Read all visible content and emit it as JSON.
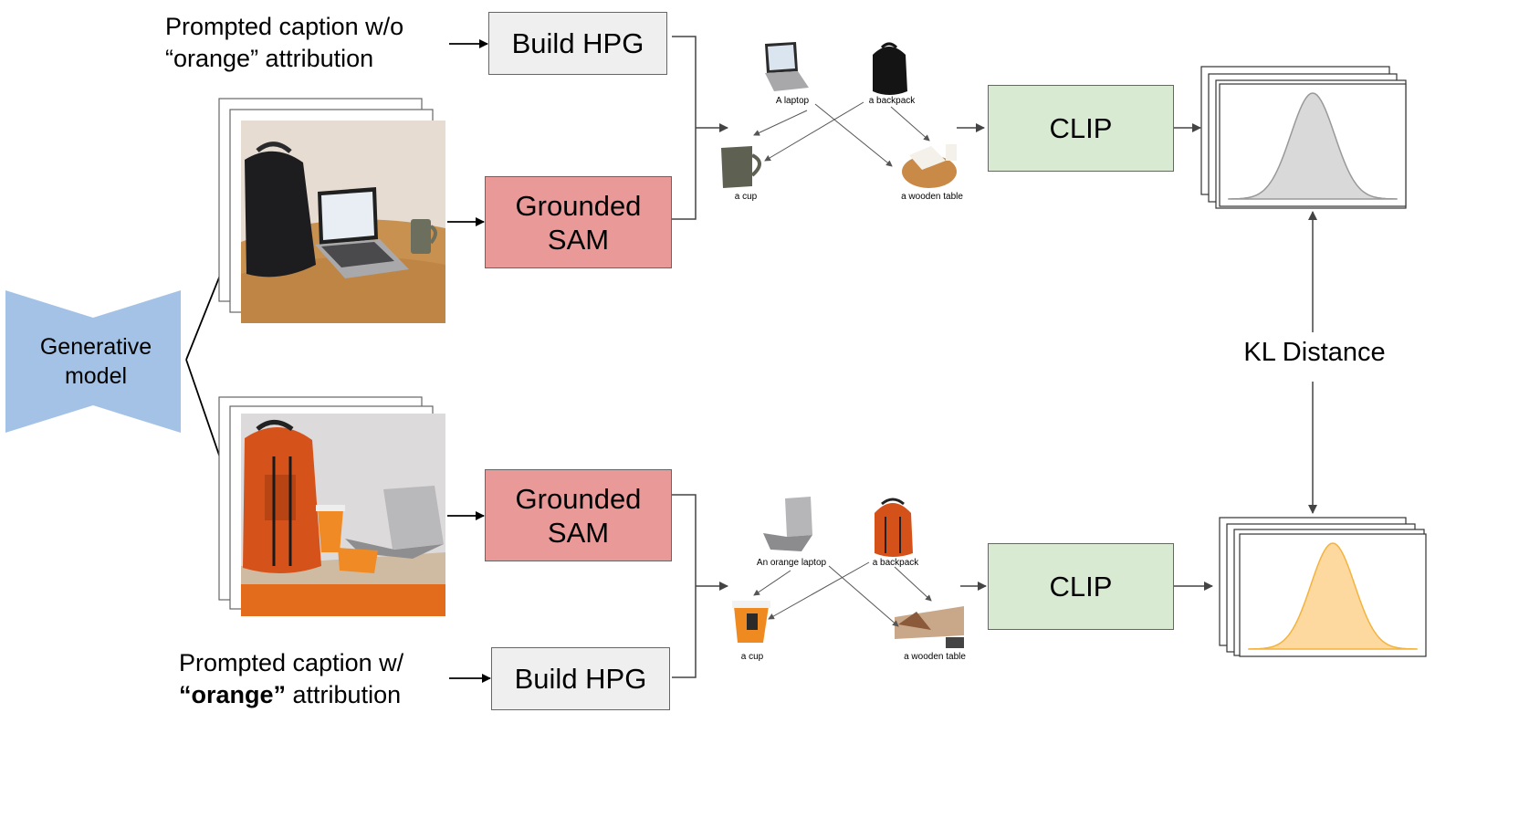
{
  "top_row": {
    "caption_line1": "Prompted caption w/o",
    "caption_line2": "“orange” attribution",
    "build_hpg": "Build HPG",
    "grounded_sam_line1": "Grounded",
    "grounded_sam_line2": "SAM",
    "clip": "CLIP",
    "objects": [
      "A laptop",
      "a backpack",
      "a cup",
      "a wooden table"
    ]
  },
  "bottom_row": {
    "caption_line1": "Prompted caption w/",
    "caption_bold": "“orange”",
    "caption_rest": " attribution",
    "build_hpg": "Build HPG",
    "grounded_sam_line1": "Grounded",
    "grounded_sam_line2": "SAM",
    "clip": "CLIP",
    "objects": [
      "An orange laptop",
      "a backpack",
      "a cup",
      "a wooden table"
    ]
  },
  "generative_model_line1": "Generative",
  "generative_model_line2": "model",
  "kl_distance": "KL Distance",
  "colors": {
    "build_hpg_fill": "#efefef",
    "grounded_sam_fill": "#ea9999",
    "clip_fill": "#d9ead3",
    "generative_model_fill": "#a4c2e6",
    "top_distribution": "#999999",
    "bottom_distribution": "#f4b23e"
  }
}
